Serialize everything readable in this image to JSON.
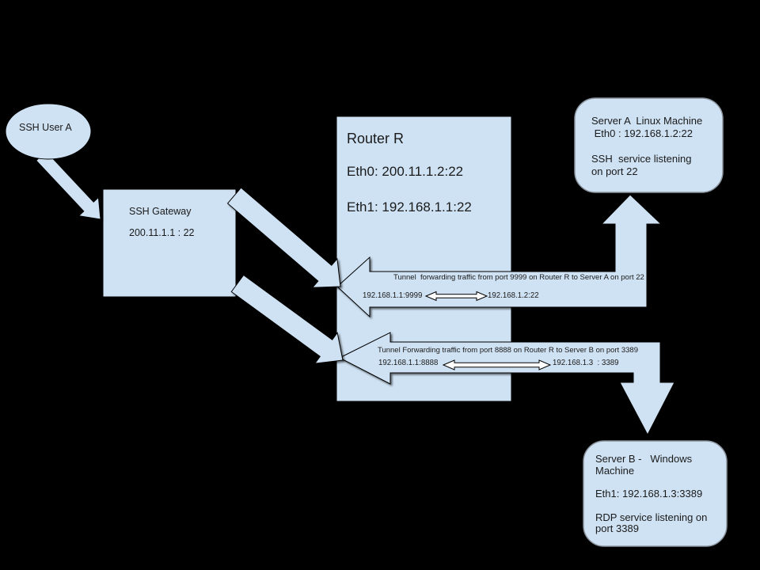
{
  "colors": {
    "background": "#000000",
    "shape_fill": "#cfe2f3",
    "shape_outline": "#000000",
    "server_outline": "#8b949e",
    "connector_fill": "#ffffff"
  },
  "nodes": {
    "ssh_user": {
      "label": "SSH User A"
    },
    "ssh_gateway": {
      "name": "SSH Gateway",
      "address": "200.11.1.1 : 22"
    },
    "router": {
      "name": "Router R",
      "eth0": "Eth0: 200.11.1.2:22",
      "eth1": "Eth1: 192.168.1.1:22"
    },
    "server_a": {
      "details": "Server A  Linux Machine\n Eth0 : 192.168.1.2:22\n\nSSH  service listening\non port 22"
    },
    "server_b": {
      "details": "Server B -   Windows\nMachine\n\nEth1: 192.168.1.3:3389\n\nRDP service listening on\nport 3389"
    }
  },
  "tunnels": {
    "to_server_a": {
      "label": "Tunnel  forwarding traffic from port 9999 on Router R to Server A on port 22",
      "left_endpoint": "192.168.1.1:9999",
      "right_endpoint": "192.168.1.2:22"
    },
    "to_server_b": {
      "label": "Tunnel Forwarding traffic from port 8888 on Router R to Server B on port 3389",
      "left_endpoint": "192.168.1.1:8888",
      "right_endpoint": "192.168.1.3  : 3389"
    }
  }
}
